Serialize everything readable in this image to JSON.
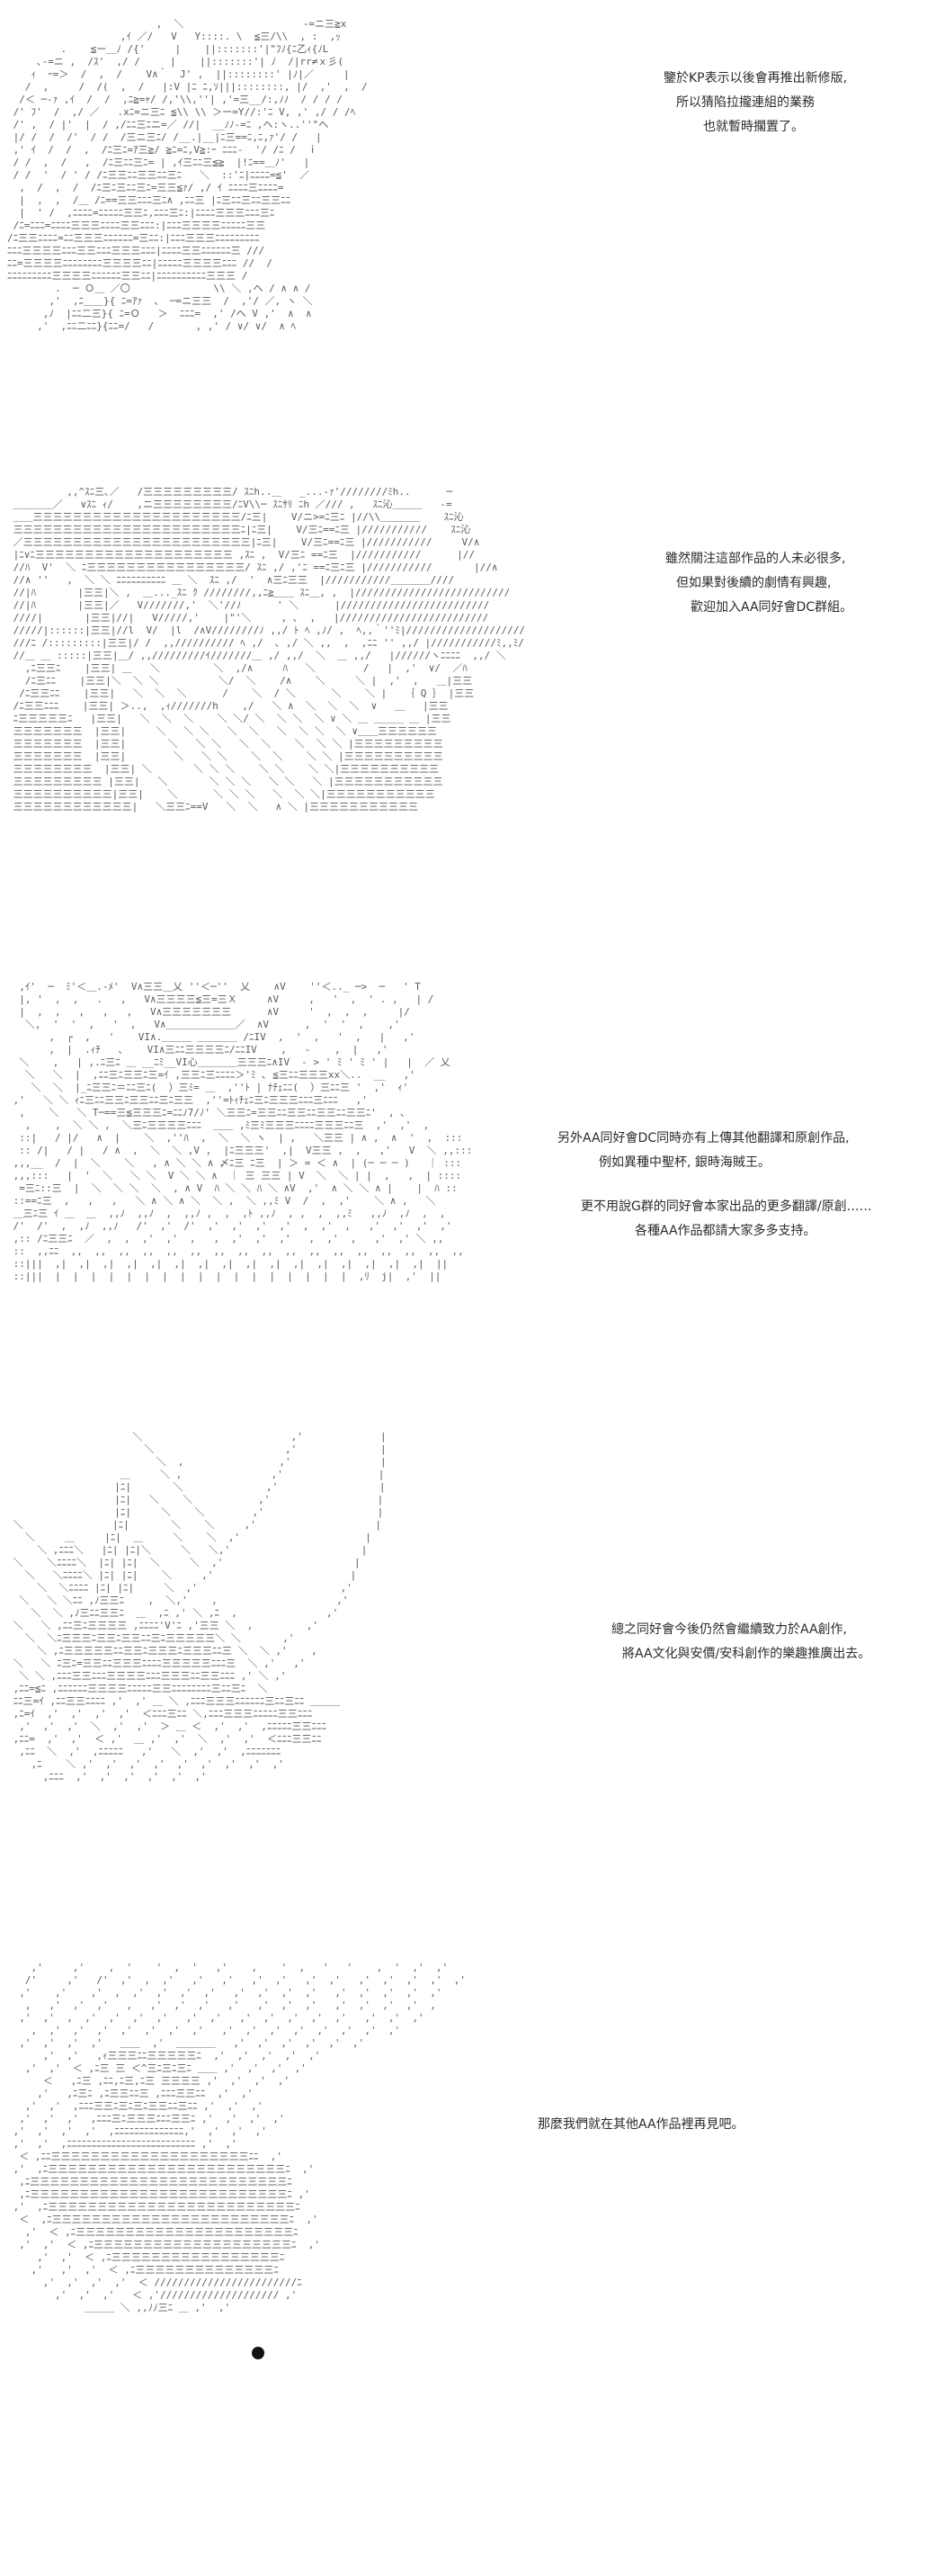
{
  "panels": [
    {
      "id": "panel-1",
      "caption_lines": [
        "鑒於KP表示以後會再推出新修版,",
        "所以猜陷拉攏連組的業務",
        "也就暫時擱置了。"
      ]
    },
    {
      "id": "panel-2",
      "caption_lines": [
        "雖然關注這部作品的人未必很多,",
        "但如果對後續的劇情有興趣,",
        "歡迎加入AA同好會DC群組。"
      ]
    },
    {
      "id": "panel-3",
      "caption_lines": [
        "另外AA同好會DC同時亦有上傳其他翻譯和原創作品,",
        "例如異種中聖杯, 銀時海賊王。",
        "更不用說G群的同好會本家出品的更多翻譯/原創……",
        "各種AA作品都請大家多多支持。"
      ]
    },
    {
      "id": "panel-4",
      "caption_lines": [
        "總之同好會今後仍然會繼續致力於AA創作,",
        "將AA文化與安價/安科創作的樂趣推廣出去。"
      ]
    },
    {
      "id": "panel-5",
      "caption_lines": [
        "那麼我們就在其他AA作品裡再見吧。"
      ]
    }
  ]
}
